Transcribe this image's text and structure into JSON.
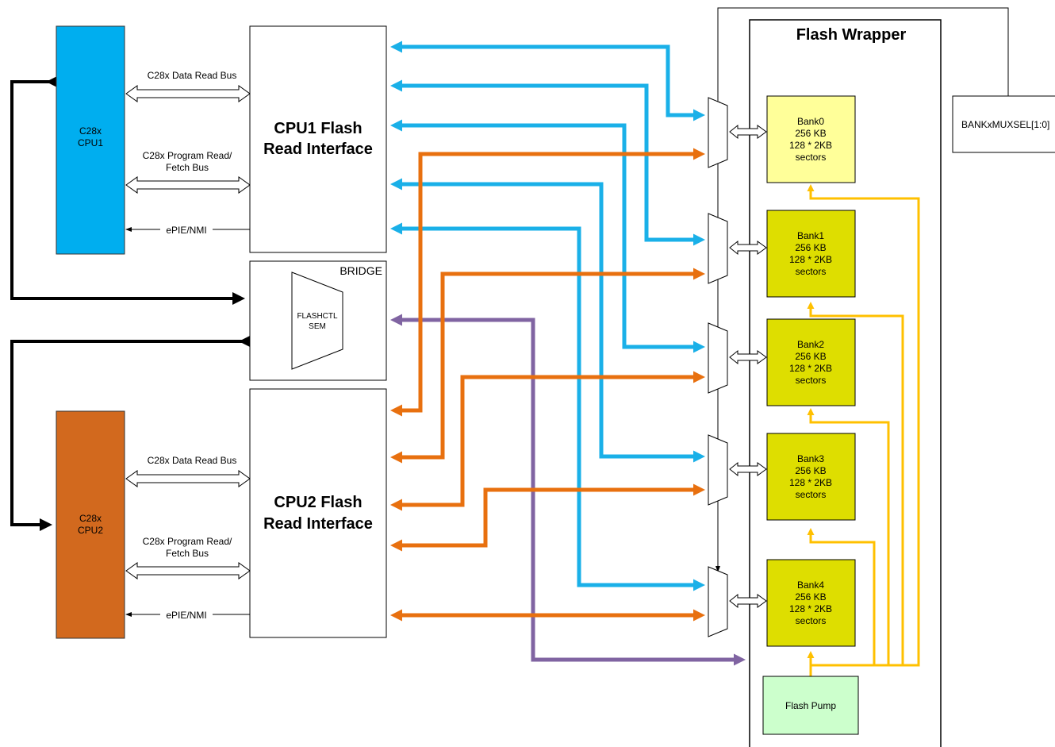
{
  "cpu1": {
    "line1": "C28x",
    "line2": "CPU1",
    "color": "#00AEEF"
  },
  "cpu2": {
    "line1": "C28x",
    "line2": "CPU2",
    "color": "#D2691E"
  },
  "fri1": {
    "line1": "CPU1 Flash",
    "line2": "Read Interface"
  },
  "fri2": {
    "line1": "CPU2 Flash",
    "line2": "Read Interface"
  },
  "bridge": {
    "label": "BRIDGE",
    "sem_line1": "FLASHCTL",
    "sem_line2": "SEM"
  },
  "buses": {
    "data_read": "C28x Data Read Bus",
    "prog_line1": "C28x Program Read/",
    "prog_line2": "Fetch Bus",
    "epie": "ePIE/NMI"
  },
  "wrapper": {
    "title": "Flash Wrapper"
  },
  "muxsel": {
    "label": "BANKxMUXSEL[1:0]"
  },
  "banks": [
    {
      "name": "Bank0",
      "size": "256 KB",
      "sectors1": "128 * 2KB",
      "sectors2": "sectors",
      "color": "#FFFF99"
    },
    {
      "name": "Bank1",
      "size": "256 KB",
      "sectors1": "128 * 2KB",
      "sectors2": "sectors",
      "color": "#DEDE00"
    },
    {
      "name": "Bank2",
      "size": "256 KB",
      "sectors1": "128 * 2KB",
      "sectors2": "sectors",
      "color": "#DEDE00"
    },
    {
      "name": "Bank3",
      "size": "256 KB",
      "sectors1": "128 * 2KB",
      "sectors2": "sectors",
      "color": "#DEDE00"
    },
    {
      "name": "Bank4",
      "size": "256 KB",
      "sectors1": "128 * 2KB",
      "sectors2": "sectors",
      "color": "#DEDE00"
    }
  ],
  "pump": {
    "label": "Flash Pump",
    "color": "#CCFFCC"
  },
  "colors": {
    "cpu1_path": "#1AB0E8",
    "cpu2_path": "#E8700F",
    "sem_path": "#8064A2",
    "pump_path": "#FFC000"
  }
}
